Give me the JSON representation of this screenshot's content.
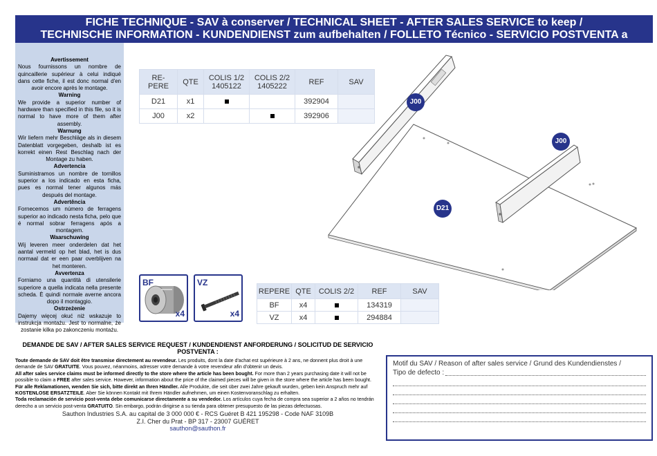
{
  "header": {
    "line1": "FICHE TECHNIQUE - SAV à conserver / TECHNICAL SHEET - AFTER SALES SERVICE to keep /",
    "line2": "TECHNISCHE INFORMATION - KUNDENDIENST zum aufbehalten  / FOLLETO Técnico - SERVICIO POSTVENTA a conservar"
  },
  "warnings": [
    {
      "title": "Avertissement",
      "text": "Nous fournissons un nombre de quincaillerie supérieur à celui indiqué dans cette fiche, il est donc normal d'en avoir encore après le montage."
    },
    {
      "title": "Warning",
      "text": "We provide a superior number of hardware than specified in this file, so it is normal to have more of them after assembly."
    },
    {
      "title": "Warnung",
      "text": "Wir liefern mehr Beschläge als in diesem Datenblatt vorgegeben, deshalb ist es korrekt einen Rest Beschlag nach der Montage zu haben."
    },
    {
      "title": "Advertencia",
      "text": "Suministramos un nombre de tornillos superior a los indicado en esta ficha, pues es normal tener algunos más después del montage."
    },
    {
      "title": "Advertência",
      "text": "Fornecemos um número de ferragens superior ao indicado nesta ficha, pelo que é normal sobrar ferragens após a montagem."
    },
    {
      "title": "Waarschuwing",
      "text": "Wij leveren meer onderdelen dat het aantal vermeld op het blad, het is dus normaal dat er een paar overblijven na het monteren."
    },
    {
      "title": "Avvertenza",
      "text": "Forniamo una quantità di utensilerie superiore a quella indicata nella presente scheda. È quindi normale averne ancora dopo il montaggio."
    },
    {
      "title": "Ostrzeżenie",
      "text": "Dajemy więcej okuć niż wskazuje to instrukcja montażu. Jest to normalne, że zostanie kilka po zakonczeniu montażu."
    }
  ],
  "table1": {
    "headers": [
      "RE-\nPERE",
      "QTE",
      "COLIS 1/2\n1405122",
      "COLIS 2/2\n1405222",
      "REF",
      "SAV"
    ],
    "rows": [
      {
        "repere": "D21",
        "qte": "x1",
        "colis1": true,
        "colis2": false,
        "ref": "392904",
        "sav": ""
      },
      {
        "repere": "J00",
        "qte": "x2",
        "colis1": false,
        "colis2": true,
        "ref": "392906",
        "sav": ""
      }
    ]
  },
  "hardware": {
    "bf": {
      "label": "BF",
      "qty": "x4",
      "icon": "barrel-nut-icon"
    },
    "vz": {
      "label": "VZ",
      "qty": "x4",
      "icon": "bolt-icon"
    }
  },
  "table2": {
    "headers": [
      "REPERE",
      "QTE",
      "COLIS 2/2",
      "REF",
      "SAV"
    ],
    "rows": [
      {
        "repere": "BF",
        "qte": "x4",
        "colis": true,
        "ref": "134319",
        "sav": ""
      },
      {
        "repere": "VZ",
        "qte": "x4",
        "colis": true,
        "ref": "294884",
        "sav": ""
      }
    ]
  },
  "drawing": {
    "labels": {
      "j00_left": "J00",
      "j00_right": "J00",
      "d21": "D21"
    }
  },
  "sav_request": {
    "title": "DEMANDE DE SAV / AFTER SALES SERVICE REQUEST / KUNDENDIENST ANFORDERUNG / SOLICITUD DE SERVICIO POSTVENTA :",
    "fr_bold": "Toute demande de SAV doit être transmise directement au revendeur.",
    "fr_text": " Les produits, dont la date d'achat est supérieure à 2 ans, ne donnent plus droit à une demande de SAV ",
    "fr_free": "GRATUITE",
    "fr_end": ". Vous pouvez, néanmoins, adresser votre demande à votre revendeur afin d'obtenir un devis.",
    "en_bold": "All after sales service claims must be informed directly to the store where the article has been bought.",
    "en_text": " For more than 2 years purchasing date it will not be possible to claim a ",
    "en_free": "FREE",
    "en_end": " after sales service. However, information about the price of the claimed pieces will be given in the store where the article has been bought.",
    "de_bold": "Für alle Reklamationen, wenden Sie sich, bitte direkt an Ihren Händler.",
    "de_text": " Alle Produkte, die seit über zwei Jahre gekauft wurden, geben kein Anspruch mehr auf ",
    "de_free": "KOSTENLOSE ERSATZTEILE",
    "de_end": ". Aber Sie können Kontakt mit Ihrem Händler aufnehmen, um einen Kostenvoranschlag zu erhalten.",
    "es_bold": "Toda reclamación de servicio post-venta debe comunicarse directamente a su vendedor.",
    "es_text": " Los artículos cuya fecha de compra sea superior a 2 años no tendrán derecho a un servicio post-venta ",
    "es_free": "GRATUITO",
    "es_end": ". Sin embargo, podrán dirigirse a su tienda para obtener presupuesto de las piezas defectuosas."
  },
  "company": {
    "line1": "Sauthon Industries S.A. au capital de 3 000 000 € - RCS Guéret B 421 195298 - Code NAF 3109B",
    "line2": "Z.I. Cher du Prat - BP 317 - 23007 GUÉRET",
    "email": "sauthon@sauthon.fr"
  },
  "motif": {
    "label1": "Motif du SAV / Reason of after sales service / Grund des Kundendienstes /",
    "label2": "Tipo de defecto :"
  },
  "colors": {
    "brand": "#27348b",
    "panel": "#c9d6ea"
  }
}
